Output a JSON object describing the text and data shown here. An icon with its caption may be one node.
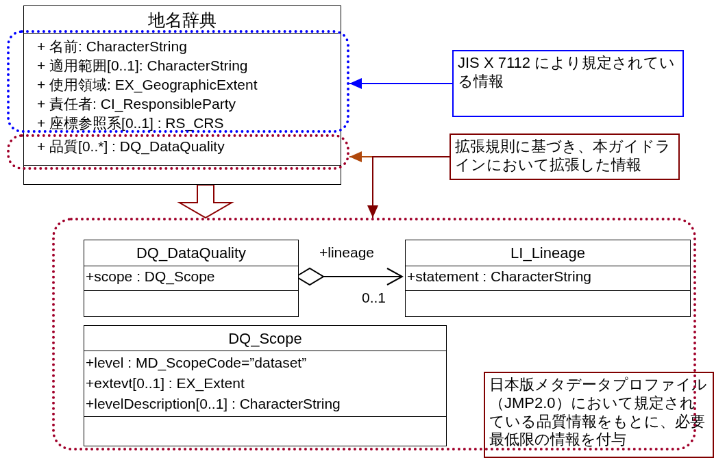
{
  "diagram": {
    "nodes": [
      {
        "text": [
          "地名辞典"
        ]
      },
      {
        "text": [
          "+ 名前: CharacterString",
          "+ 適用範囲[0..1]: CharacterString",
          "+ 使用領域: EX_GeographicExtent",
          "+ 責任者: CI_ResponsibleParty",
          "+ 座標参照系[0..1] : RS_CRS"
        ]
      },
      {
        "text": [
          "+ 品質[0..*] : DQ_DataQuality"
        ]
      },
      {
        "text": [
          "JIS X 7112 により規定されている情報"
        ]
      },
      {
        "text": [
          "拡張規則に基づき、本ガイドラインにおいて拡張した情報"
        ]
      },
      {
        "text": [],
        "shape": "box"
      },
      {
        "text": [
          "DQ_DataQuality",
          "+scope : DQ_Scope"
        ],
        "in": 5
      },
      {
        "text": [
          "LI_Lineage",
          "+statement : CharacterString"
        ],
        "in": 5
      },
      {
        "text": [
          "DQ_Scope",
          "+level : MD_ScopeCode=”dataset”",
          "+extevt[0..1] : EX_Extent",
          "+levelDescription[0..1] : CharacterString"
        ],
        "in": 5
      },
      {
        "text": [
          "日本版メタデータプロファイル（JMP2.0）において規定されている品質情報をもとに、必要最低限の情報を付与"
        ]
      }
    ],
    "edges": [
      {
        "from": 0,
        "to": 5,
        "arrow": "to",
        "style": "thick",
        "color": "#8b0000"
      },
      {
        "from": 3,
        "to": 1,
        "arrow": "to",
        "color": "#0000ff"
      },
      {
        "from": 4,
        "to": 2,
        "arrow": "to",
        "color": "#b0480c"
      },
      {
        "from": 4,
        "to": 5,
        "arrow": "to",
        "color": "#800000"
      },
      {
        "from": 6,
        "to": 7,
        "arrow": "to",
        "label": "+lineage",
        "color": "#000000"
      }
    ],
    "labels": [
      "0..1"
    ]
  }
}
